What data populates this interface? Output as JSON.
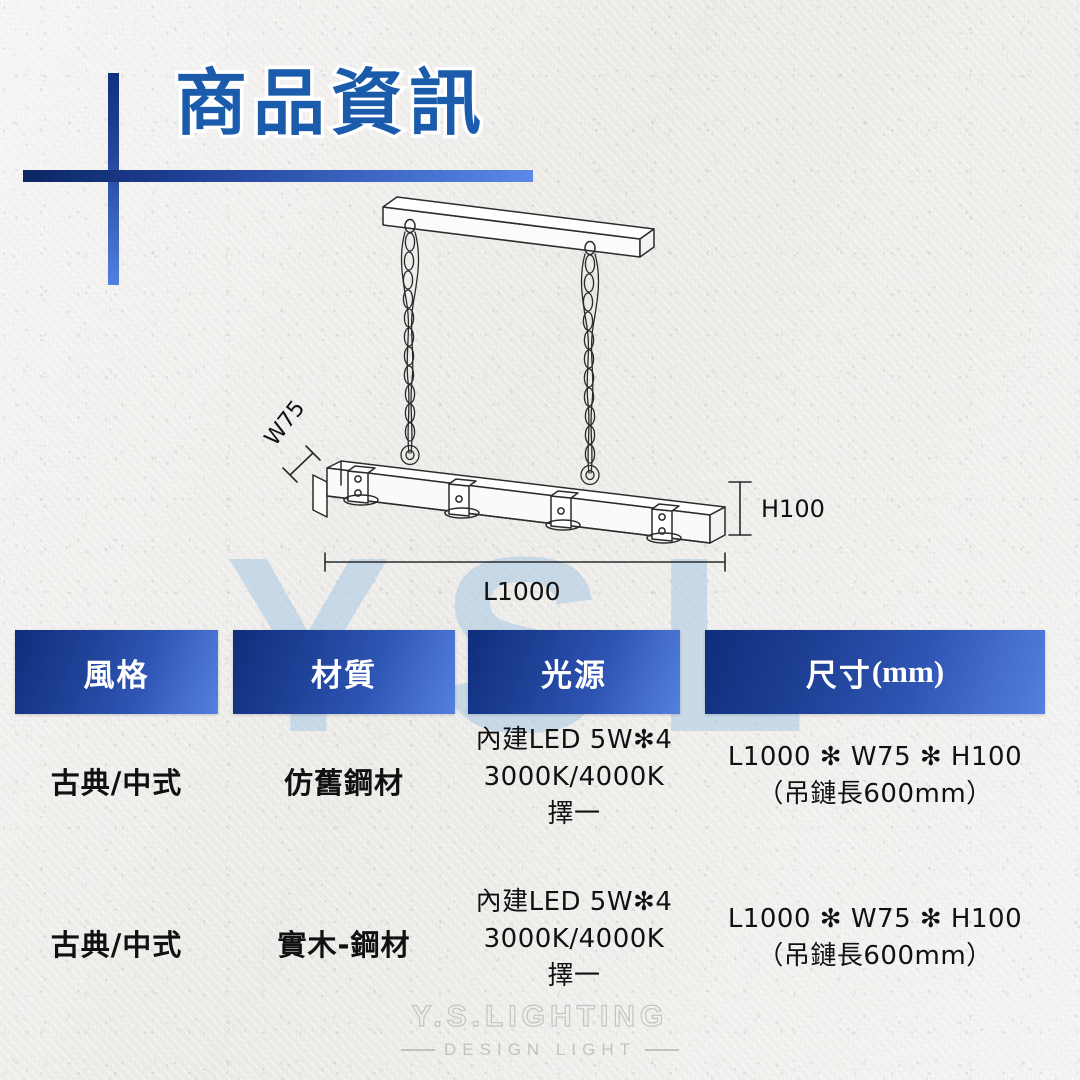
{
  "page": {
    "title": "商品資訊",
    "background_color": "#edebe8",
    "accent_dark": "#0f2d7d",
    "accent_light": "#5c88e8",
    "title_color": "#1a5bac"
  },
  "watermark": {
    "text": "YSL",
    "color": "#a8c8e4"
  },
  "drawing": {
    "label_width": "W75",
    "label_height": "H100",
    "label_length": "L1000",
    "line_color": "#2b2b2b"
  },
  "table": {
    "headers": [
      {
        "label": "風格"
      },
      {
        "label": "材質"
      },
      {
        "label": "光源"
      },
      {
        "label": "尺寸",
        "suffix": "(mm)"
      }
    ],
    "rows": [
      {
        "style": "古典/中式",
        "material": "仿舊鋼材",
        "light_line1": "內建LED 5W✻4",
        "light_line2": "3000K/4000K",
        "light_line3": "擇一",
        "size_line1": "L1000 ✻ W75 ✻ H100",
        "size_line2": "（吊鏈長600mm）"
      },
      {
        "style": "古典/中式",
        "material": "實木-鋼材",
        "light_line1": "內建LED 5W✻4",
        "light_line2": "3000K/4000K",
        "light_line3": "擇一",
        "size_line1": "L1000 ✻ W75 ✻ H100",
        "size_line2": "（吊鏈長600mm）"
      }
    ]
  },
  "footer": {
    "brand": "Y.S.LIGHTING",
    "tagline": "DESIGN LIGHT"
  }
}
